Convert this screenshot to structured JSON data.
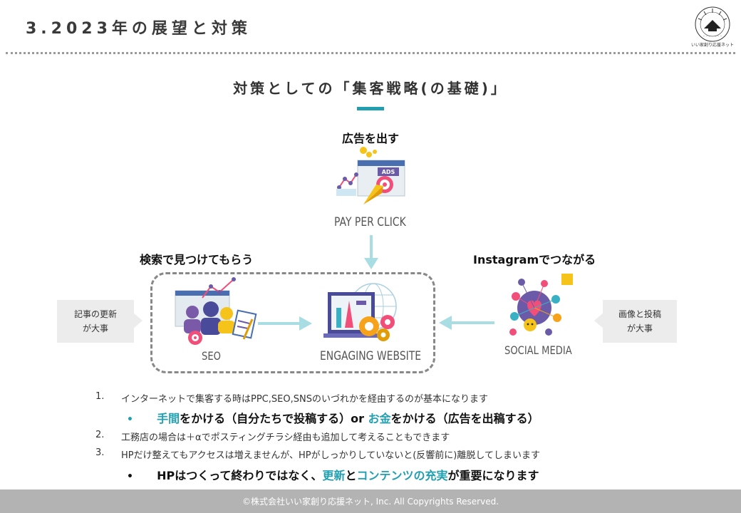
{
  "header": {
    "title": "3.2023年の展望と対策"
  },
  "logo": {
    "text": "いい家創り応援ネット"
  },
  "heading": "対策としての「集客戦略(の基礎)」",
  "ads": {
    "label": "広告を出す",
    "caption": "PAY PER CLICK"
  },
  "seo": {
    "label": "検索で見つけてもらう",
    "caption": "SEO"
  },
  "website": {
    "caption": "ENGAGING WEBSITE"
  },
  "social": {
    "label": "Instagramでつながる",
    "caption": "SOCIAL MEDIA"
  },
  "bubbles": {
    "left": [
      "記事の更新",
      "が大事"
    ],
    "right": [
      "画像と投稿",
      "が大事"
    ]
  },
  "list": {
    "item1": {
      "num": "1.",
      "text": "インターネットで集客する時はPPC,SEO,SNSのいづれかを経由するのが基本になります"
    },
    "bullet1": {
      "mark": "•",
      "a": "手間",
      "b": "をかける（自分たちで投稿する）or ",
      "c": "お金",
      "d": "をかける（広告を出稿する）"
    },
    "item2": {
      "num": "2.",
      "text": "工務店の場合は＋αでポスティングチラシ経由も追加して考えることもできます"
    },
    "item3": {
      "num": "3.",
      "text": "HPだけ整えてもアクセスは増えませんが、HPがしっかりしていないと(反響前に)離脱してしまいます"
    },
    "bullet2": {
      "mark": "•",
      "a": "HPはつくって終わりではなく、",
      "b": "更新",
      "c": "と",
      "d": "コンテンツの充実",
      "e": "が重要になります"
    }
  },
  "footer": {
    "text": "©株式会社いい家創り応援ネット, Inc. All Copyrights Reserved."
  },
  "colors": {
    "accent": "#1f9fb0",
    "footer_bg": "#b3b3b3",
    "arrow": "#a8dde3"
  }
}
